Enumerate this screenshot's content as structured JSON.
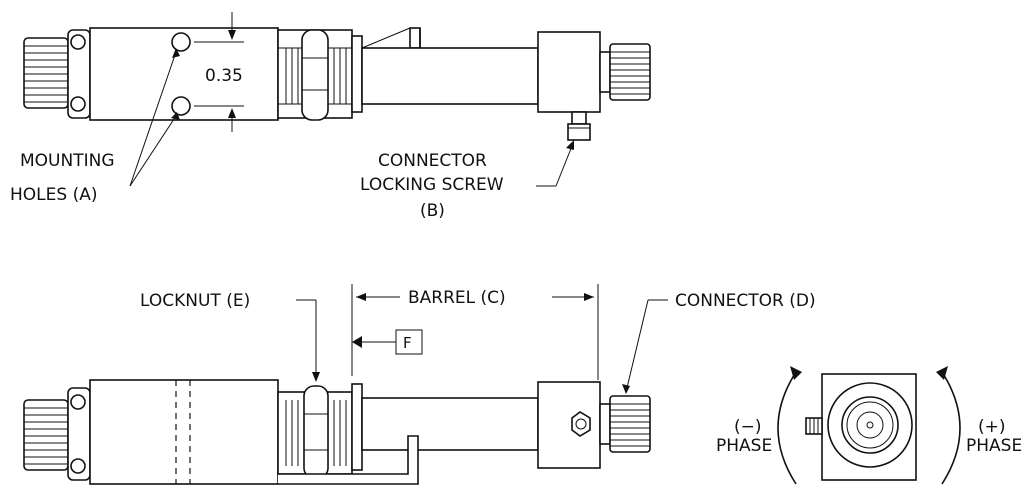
{
  "labels": {
    "dimension": "0.35",
    "mounting": "MOUNTING",
    "holes": "HOLES (A)",
    "connector_line1": "CONNECTOR",
    "connector_line2": "LOCKING  SCREW",
    "connector_b": "(B)",
    "locknut": "LOCKNUT (E)",
    "barrel": "BARREL (C)",
    "connector_d": "CONNECTOR (D)",
    "flag_f": "F",
    "minus": "(−)",
    "phase_left": "PHASE",
    "plus": "(+)",
    "phase_right": "PHASE"
  }
}
